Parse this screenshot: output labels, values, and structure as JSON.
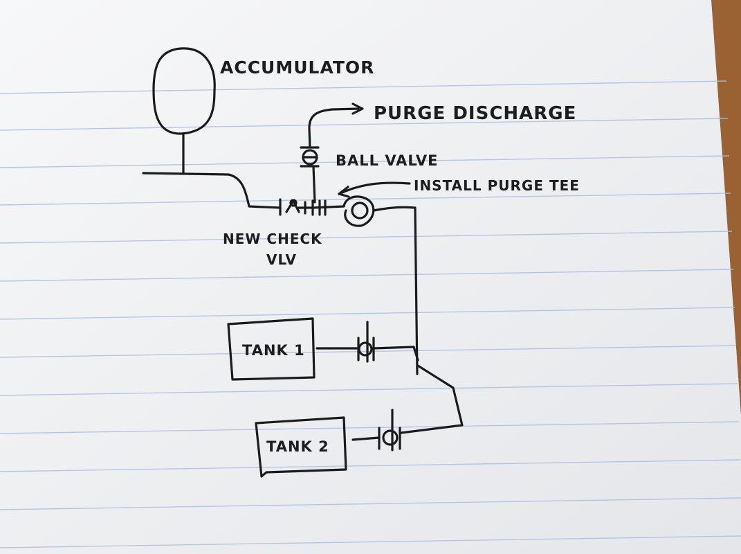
{
  "diagram": {
    "labels": {
      "accumulator": "ACCUMULATOR",
      "purge_discharge": "PURGE DISCHARGE",
      "ball_valve": "BALL VALVE",
      "install_purge_tee": "INSTALL PURGE TEE",
      "new_check_line1": "NEW CHECK",
      "new_check_line2": "VLV",
      "tank1": "TANK 1",
      "tank2": "TANK 2"
    },
    "colors": {
      "paper": "#f4f5f7",
      "rule_line": "#a9bfdc",
      "margin_line": "#e7a9a9",
      "ink": "#1b1b1d",
      "wood": "#b07a45"
    }
  }
}
